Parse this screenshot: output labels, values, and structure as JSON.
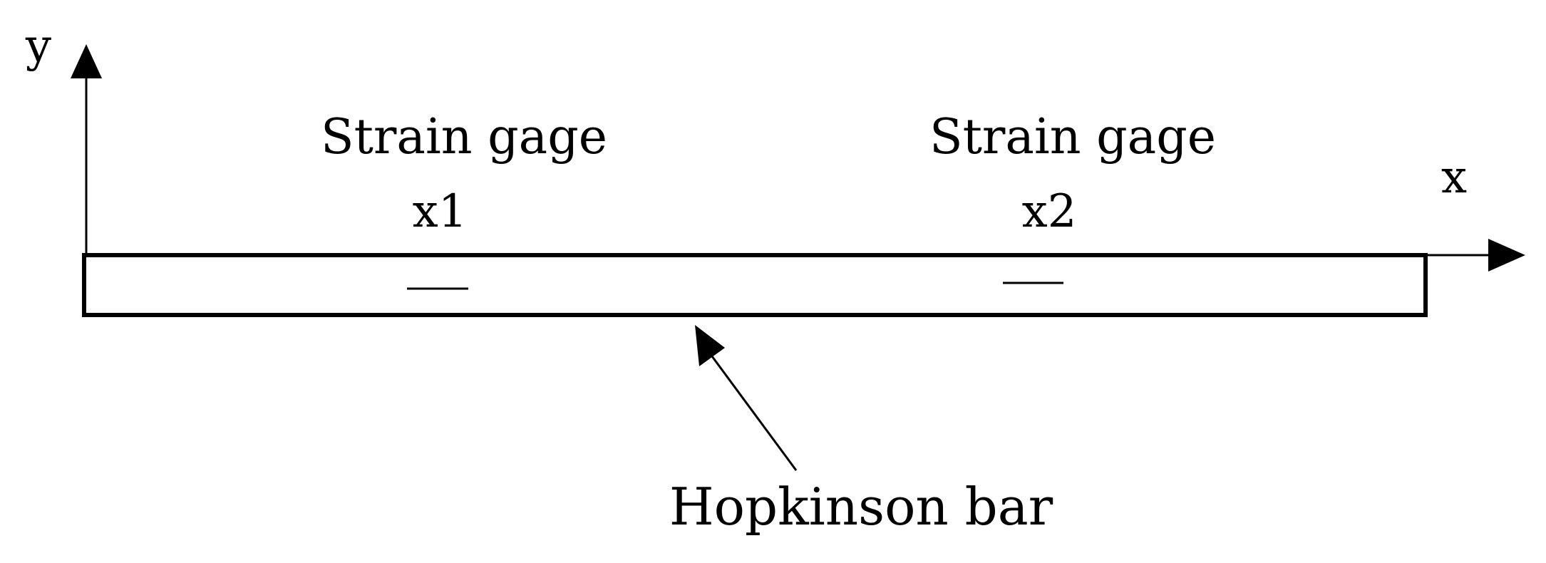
{
  "diagram": {
    "axes": {
      "y_label": "y",
      "x_label": "x"
    },
    "gages": [
      {
        "label": "Strain gage",
        "position_label": "x1"
      },
      {
        "label": "Strain gage",
        "position_label": "x2"
      }
    ],
    "bar_label": "Hopkinson bar",
    "colors": {
      "stroke": "#000000",
      "background": "#ffffff"
    }
  }
}
